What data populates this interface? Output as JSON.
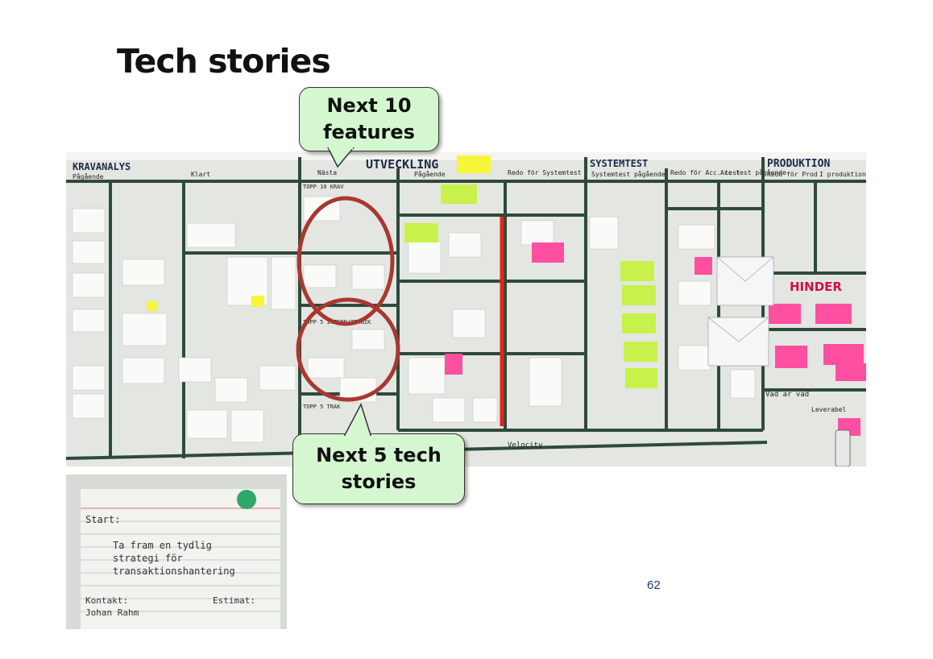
{
  "slide": {
    "title": "Tech stories",
    "page_number": "62",
    "colors": {
      "callout_bg": "#d4f7cf",
      "circle": "#a8382f",
      "board_line": "#2e4a3a",
      "sticky_pink": "#ff4fa0",
      "sticky_yellow": "#f5f53a",
      "sticky_green": "#c8f24b"
    }
  },
  "callouts": {
    "features_line1": "Next 10",
    "features_line2": "features",
    "tech_line1": "Next 5 tech",
    "tech_line2": "stories"
  },
  "board": {
    "kravanalys": "KRAVANALYS",
    "pagaende_1": "Pågående",
    "klart": "Klart",
    "nasta": "Nästa",
    "utveckling": "UTVECKLING",
    "pagaende_2": "Pågående",
    "redo_systemtest": "Redo för Systemtest",
    "systemtest": "SYSTEMTEST",
    "systemtest_pagaende": "Systemtest pågående",
    "redo_acctest": "Redo för Acc. test",
    "acctest_pagaende": "Acc test pågående",
    "produktion": "PRODUKTION",
    "redo_prod": "Redo för Prod",
    "i_produktion": "I produktion",
    "topp10": "TOPP 10 KRAV",
    "topp5_tech": "TOPP 5 INTERN/TEKNIK",
    "topp5_trak": "TOPP 5 TRAK",
    "hinder": "HINDER",
    "velocity": "Velocity",
    "vad_ar_vad": "Vad är vad",
    "leverabel": "Leverabel"
  },
  "card": {
    "start_label": "Start:",
    "line1": "Ta fram en tydlig",
    "line2": "strategi för",
    "line3": "transaktionshantering",
    "contact_label": "Kontakt:",
    "contact_name": "Johan Rahm",
    "estimate_label": "Estimat:"
  }
}
